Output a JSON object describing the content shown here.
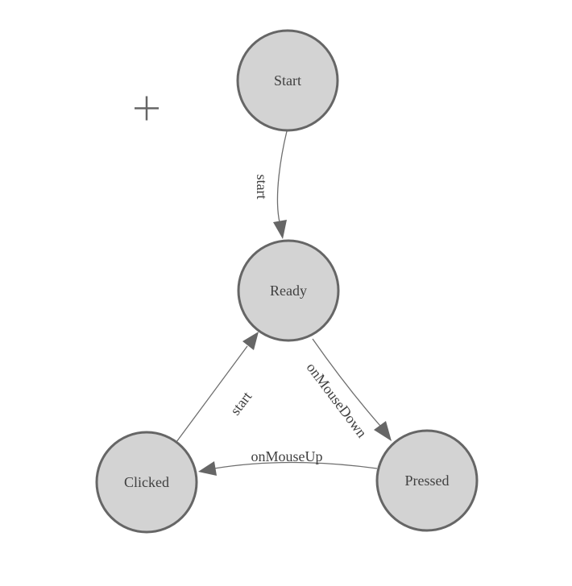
{
  "diagram": {
    "type": "state-machine",
    "background_color": "#ffffff",
    "colors": {
      "node_fill": "#d3d3d3",
      "node_stroke": "#666666",
      "edge_stroke": "#6e6e6e",
      "arrow_fill": "#666666",
      "label_text": "#404040"
    },
    "origin_marker": {
      "icon": "plus-icon"
    },
    "nodes": [
      {
        "id": "start",
        "label": "Start"
      },
      {
        "id": "ready",
        "label": "Ready"
      },
      {
        "id": "clicked",
        "label": "Clicked"
      },
      {
        "id": "pressed",
        "label": "Pressed"
      }
    ],
    "edges": [
      {
        "from": "start",
        "to": "ready",
        "label": "start"
      },
      {
        "from": "ready",
        "to": "pressed",
        "label": "onMouseDown"
      },
      {
        "from": "pressed",
        "to": "clicked",
        "label": "onMouseUp"
      },
      {
        "from": "clicked",
        "to": "ready",
        "label": "start"
      }
    ]
  }
}
